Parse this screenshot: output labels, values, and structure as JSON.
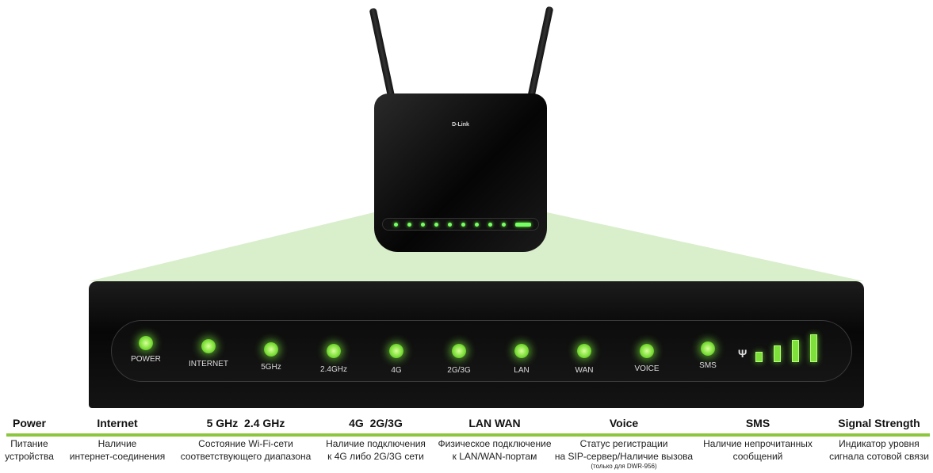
{
  "device": {
    "brand": "D-Link"
  },
  "leds": [
    {
      "label": "POWER"
    },
    {
      "label": "INTERNET"
    },
    {
      "label": "5GHz"
    },
    {
      "label": "2.4GHz"
    },
    {
      "label": "4G"
    },
    {
      "label": "2G/3G"
    },
    {
      "label": "LAN"
    },
    {
      "label": "WAN"
    },
    {
      "label": "VOICE"
    },
    {
      "label": "SMS"
    }
  ],
  "signal_icon": "antenna-icon",
  "signal_bars": 4,
  "legend": [
    {
      "title": "Power",
      "desc1": "Питание",
      "desc2": "устройства"
    },
    {
      "title": "Internet",
      "desc1": "Наличие",
      "desc2": "интернет-соединения"
    },
    {
      "title": "5 GHz  2.4 GHz",
      "desc1": "Состояние Wi-Fi-сети",
      "desc2": "соответствующего диапазона"
    },
    {
      "title": "4G  2G/3G",
      "desc1": "Наличие подключения",
      "desc2": "к 4G либо 2G/3G сети"
    },
    {
      "title": "LAN WAN",
      "desc1": "Физическое подключение",
      "desc2": "к LAN/WAN-портам"
    },
    {
      "title": "Voice",
      "desc1": "Статус регистрации",
      "desc2": "на SIP-сервер/Наличие вызова",
      "note": "(только для DWR-956)"
    },
    {
      "title": "SMS",
      "desc1": "Наличие непрочитанных",
      "desc2": "сообщений"
    },
    {
      "title": "Signal Strength",
      "desc1": "Индикатор уровня",
      "desc2": "сигнала сотовой связи"
    }
  ],
  "colors": {
    "accent": "#8cc63f",
    "led": "#7ee03a",
    "beam": "#d6ecc8"
  }
}
